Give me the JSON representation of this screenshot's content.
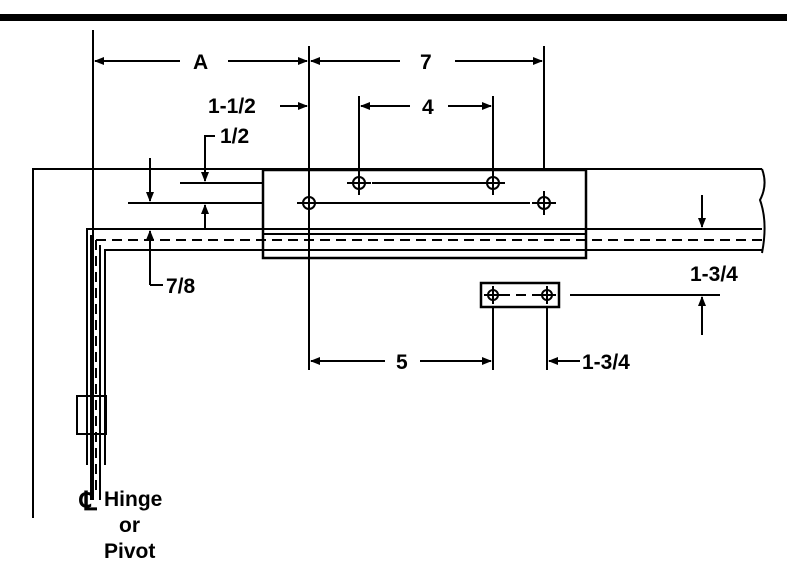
{
  "dimensions": {
    "a": "A",
    "seven": "7",
    "one_and_half": "1-1/2",
    "four": "4",
    "half": "1/2",
    "seven_eighths": "7/8",
    "one_three_quarter_right": "1-3/4",
    "five": "5",
    "one_three_quarter_bottom": "1-3/4"
  },
  "pivot_label": {
    "symbol": "℄",
    "line1": "Hinge",
    "line2": "or",
    "line3": "Pivot"
  }
}
